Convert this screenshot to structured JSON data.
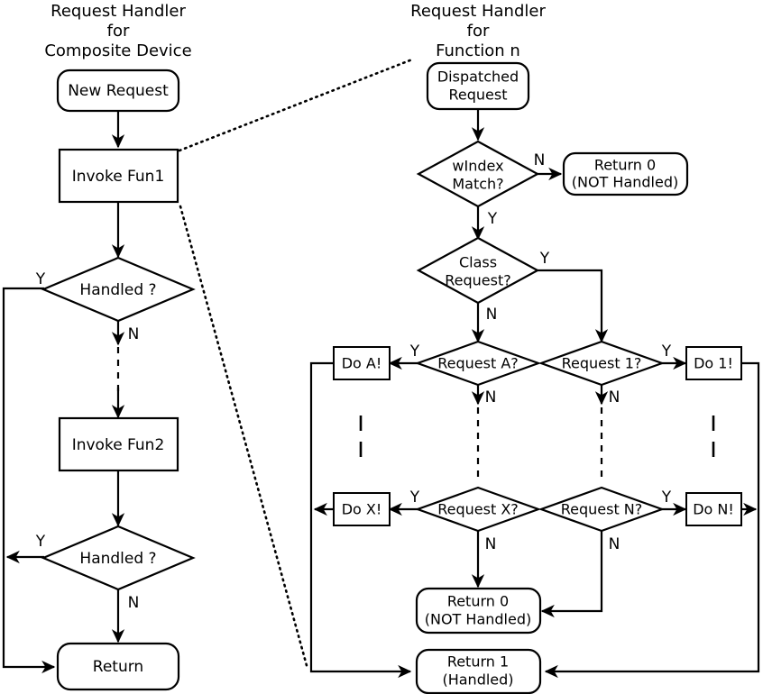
{
  "diagram": {
    "title_left": {
      "line1": "Request Handler",
      "line2": "for",
      "line3": "Composite Device"
    },
    "title_right": {
      "line1": "Request Handler",
      "line2": "for",
      "line3": "Function n"
    }
  },
  "left_flow": {
    "new_request": "New Request",
    "invoke_fun1": "Invoke Fun1",
    "handled_1": "Handled ?",
    "invoke_fun2": "Invoke Fun2",
    "handled_2": "Handled ?",
    "return_node": "Return",
    "labels": {
      "handled1_yes": "Y",
      "handled1_no": "N",
      "handled2_yes": "Y",
      "handled2_no": "N"
    }
  },
  "right_flow": {
    "dispatched_request": {
      "line1": "Dispatched",
      "line2": "Request"
    },
    "windex_match": {
      "line1": "wIndex",
      "line2": "Match?"
    },
    "return_zero_top": {
      "line1": "Return 0",
      "line2": "(NOT Handled)"
    },
    "class_request": {
      "line1": "Class",
      "line2": "Request?"
    },
    "request_a": "Request A?",
    "request_x": "Request X?",
    "request_1": "Request 1?",
    "request_n": "Request N?",
    "do_a": "Do A!",
    "do_x": "Do X!",
    "do_1": "Do 1!",
    "do_n": "Do N!",
    "return_zero_bottom": {
      "line1": "Return 0",
      "line2": "(NOT Handled)"
    },
    "return_one": {
      "line1": "Return 1",
      "line2": "(Handled)"
    },
    "labels": {
      "windex_no": "N",
      "windex_yes": "Y",
      "class_yes": "Y",
      "class_no": "N",
      "req_a_yes": "Y",
      "req_a_no": "N",
      "req_x_yes": "Y",
      "req_x_no": "N",
      "req_1_yes": "Y",
      "req_1_no": "N",
      "req_n_yes": "Y",
      "req_n_no": "N"
    }
  },
  "colors": {
    "stroke": "#000000",
    "fill": "#ffffff"
  }
}
